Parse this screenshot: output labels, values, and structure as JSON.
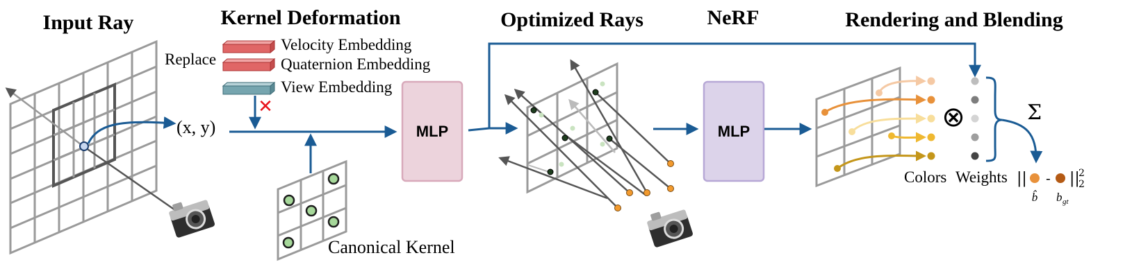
{
  "titles": {
    "input_ray": "Input Ray",
    "kernel_deformation": "Kernel Deformation",
    "optimized_rays": "Optimized Rays",
    "nerf": "NeRF",
    "rendering_blending": "Rendering and Blending"
  },
  "embeddings": {
    "replace_label": "Replace",
    "velocity": "Velocity Embedding",
    "quaternion": "Quaternion Embedding",
    "view": "View Embedding"
  },
  "labels": {
    "coord": "(x, y)",
    "canonical_kernel": "Canonical Kernel",
    "mlp_1": "MLP",
    "mlp_2": "MLP",
    "colors": "Colors",
    "weights": "Weights",
    "sum_symbol": "Σ",
    "otimes_symbol": "⊗",
    "cross_symbol": "✕"
  },
  "loss": {
    "norm_open": "||",
    "norm_close": "||",
    "minus": "-",
    "exp": "2",
    "sub": "2",
    "b_hat": "b̂",
    "b_gt": "b",
    "b_gt_sub": "gt"
  },
  "colors": {
    "flow_blue": "#1a5b94",
    "mlp1_fill": "#ecd3dc",
    "mlp2_fill": "#dcd3ea",
    "embed_red": "#e06666",
    "embed_teal": "#76a5af",
    "kernel_green": "#a6d89a",
    "cross_red": "#e8141c"
  },
  "icons": [
    "camera-icon",
    "cross-icon",
    "otimes-icon",
    "sigma-icon"
  ]
}
